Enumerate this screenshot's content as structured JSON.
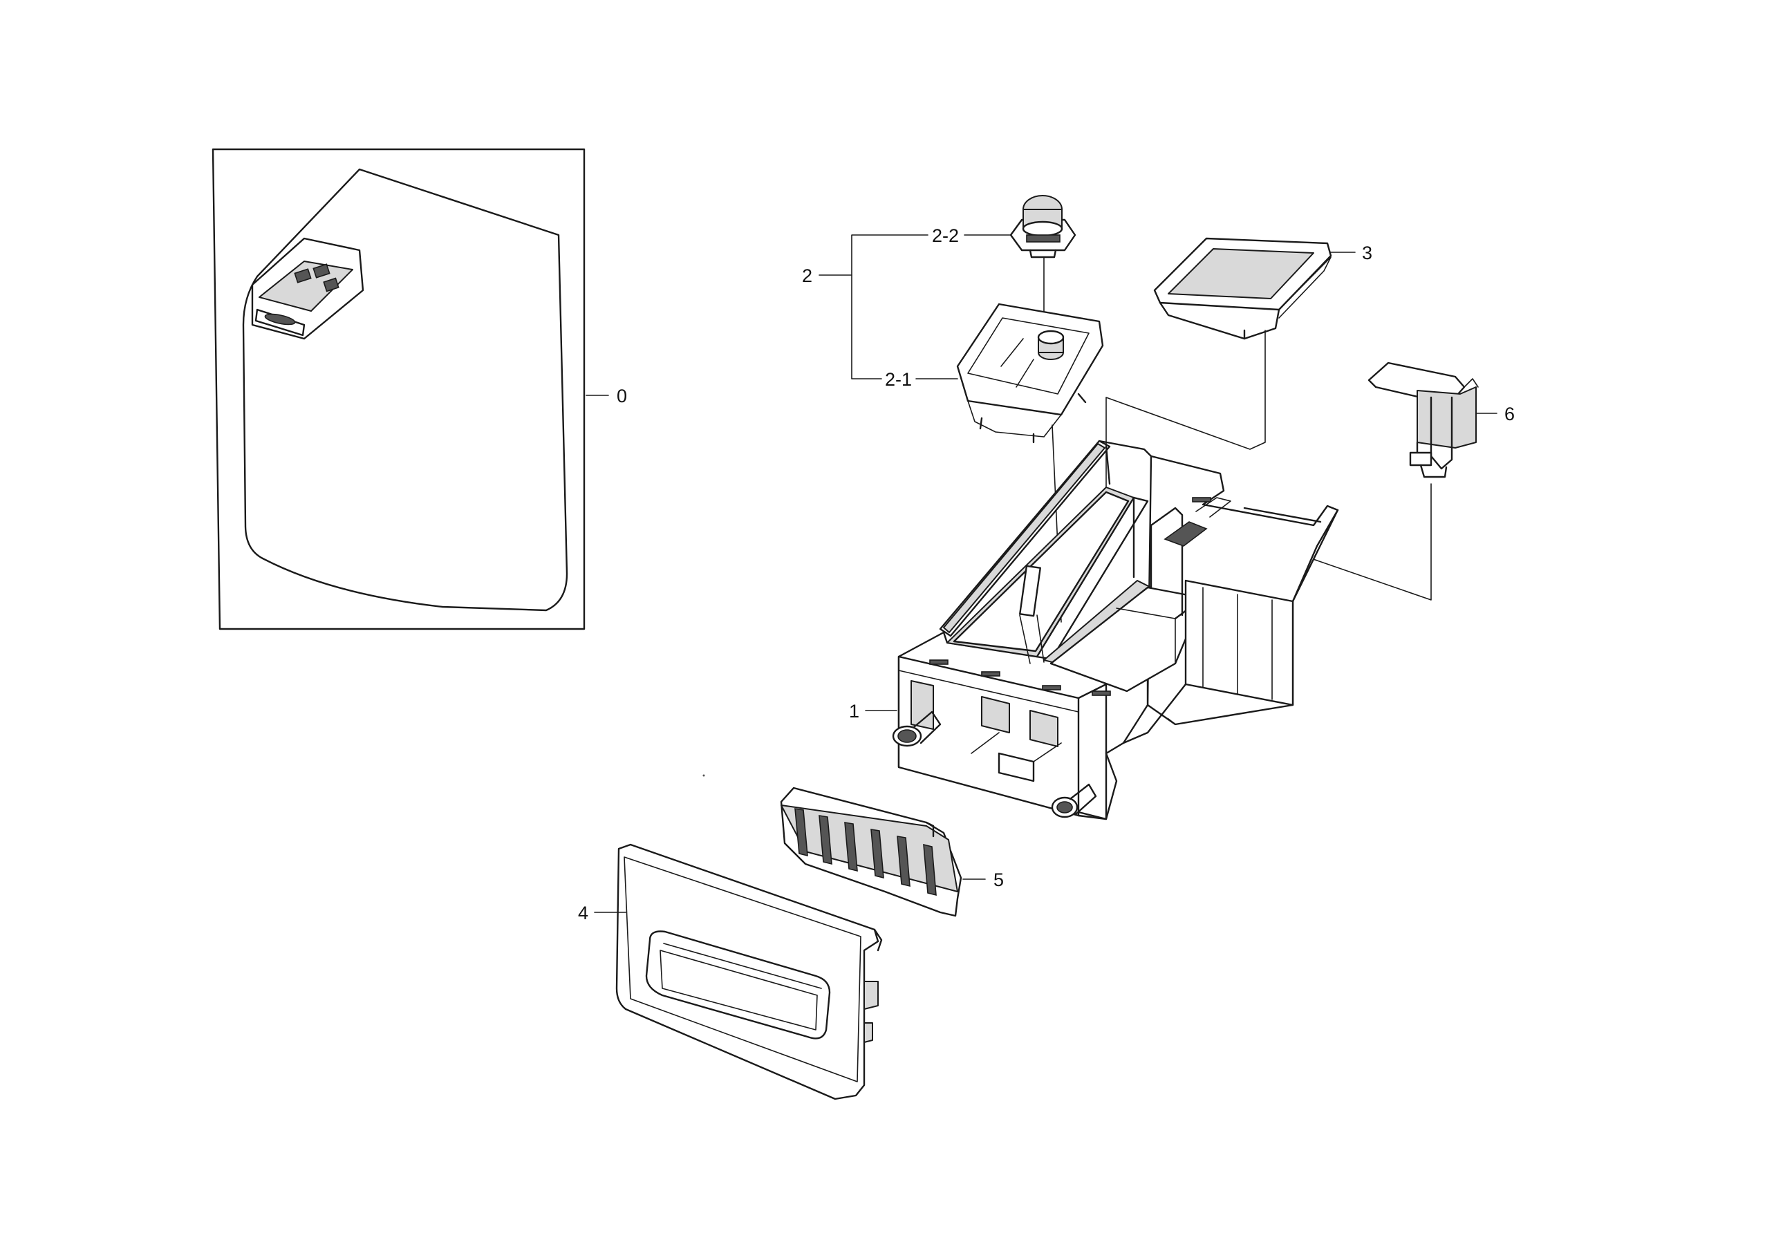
{
  "diagram": {
    "kind": "exploded-parts-diagram",
    "callouts": [
      {
        "id": "callout-0",
        "label": "0"
      },
      {
        "id": "callout-1",
        "label": "1"
      },
      {
        "id": "callout-2",
        "label": "2"
      },
      {
        "id": "callout-2-1",
        "label": "2-1"
      },
      {
        "id": "callout-2-2",
        "label": "2-2"
      },
      {
        "id": "callout-3",
        "label": "3"
      },
      {
        "id": "callout-4",
        "label": "4"
      },
      {
        "id": "callout-5",
        "label": "5"
      },
      {
        "id": "callout-6",
        "label": "6"
      }
    ],
    "line_color": "#1a1a1a",
    "background": "#ffffff"
  }
}
